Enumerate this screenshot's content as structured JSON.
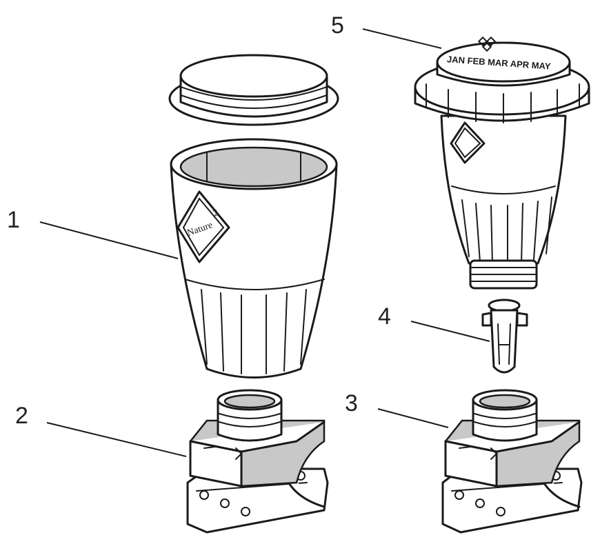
{
  "diagram": {
    "callouts": [
      {
        "id": "1",
        "label": "1"
      },
      {
        "id": "2",
        "label": "2"
      },
      {
        "id": "3",
        "label": "3"
      },
      {
        "id": "4",
        "label": "4"
      },
      {
        "id": "5",
        "label": "5"
      }
    ],
    "brand_text": "Nature",
    "brand_superscript": "2",
    "dial_months": "JAN FEB MAR APR MAY"
  }
}
